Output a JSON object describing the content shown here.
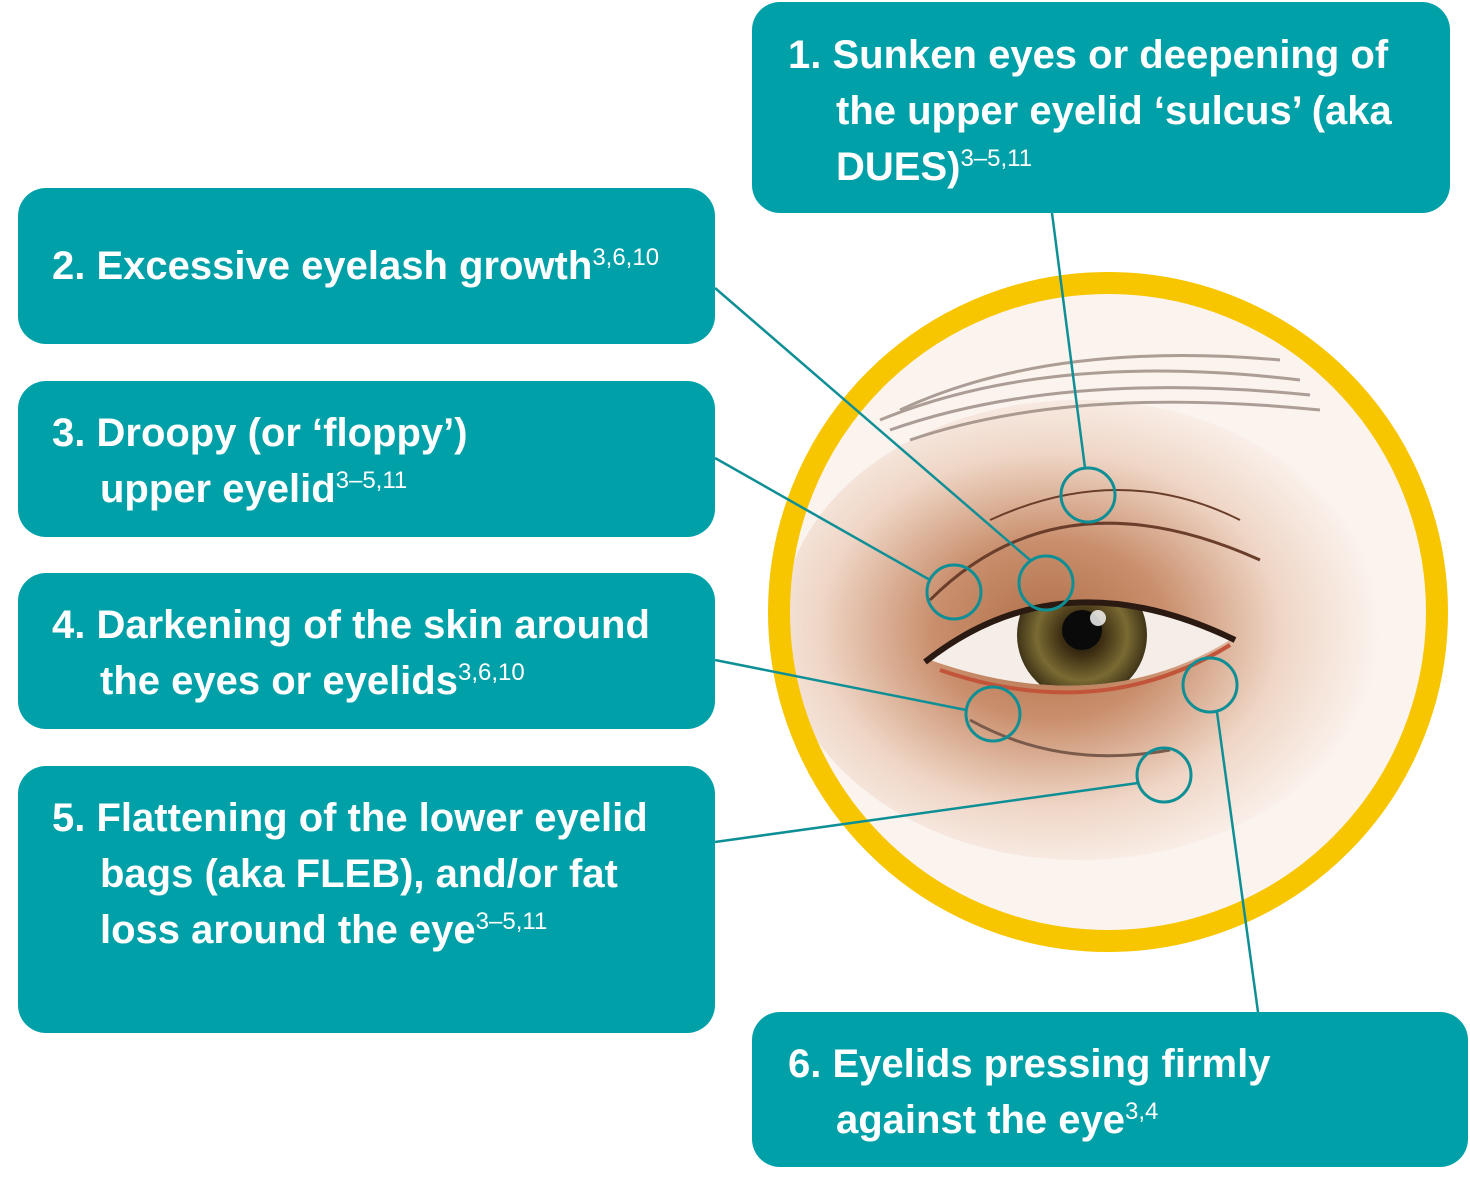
{
  "colors": {
    "box": "#00A0A8",
    "ring": "#F7C600",
    "line": "#0E8F96"
  },
  "callouts": [
    {
      "number": "1.",
      "text": "Sunken eyes or deepening of the upper eyelid ‘sulcus’ (aka DUES)",
      "refs": "3–5,11"
    },
    {
      "number": "2.",
      "text": "Excessive eyelash growth",
      "refs": "3,6,10"
    },
    {
      "number": "3.",
      "text": "Droopy (or ‘floppy’) upper eyelid",
      "refs": "3–5,11"
    },
    {
      "number": "4.",
      "text": "Darkening of the skin around the eyes or eyelids",
      "refs": "3,6,10"
    },
    {
      "number": "5.",
      "text": "Flattening of the lower eyelid bags (aka FLEB), and/or fat loss around the eye",
      "refs": "3–5,11"
    },
    {
      "number": "6.",
      "text": "Eyelids pressing firmly against the eye",
      "refs": "3,4"
    }
  ]
}
